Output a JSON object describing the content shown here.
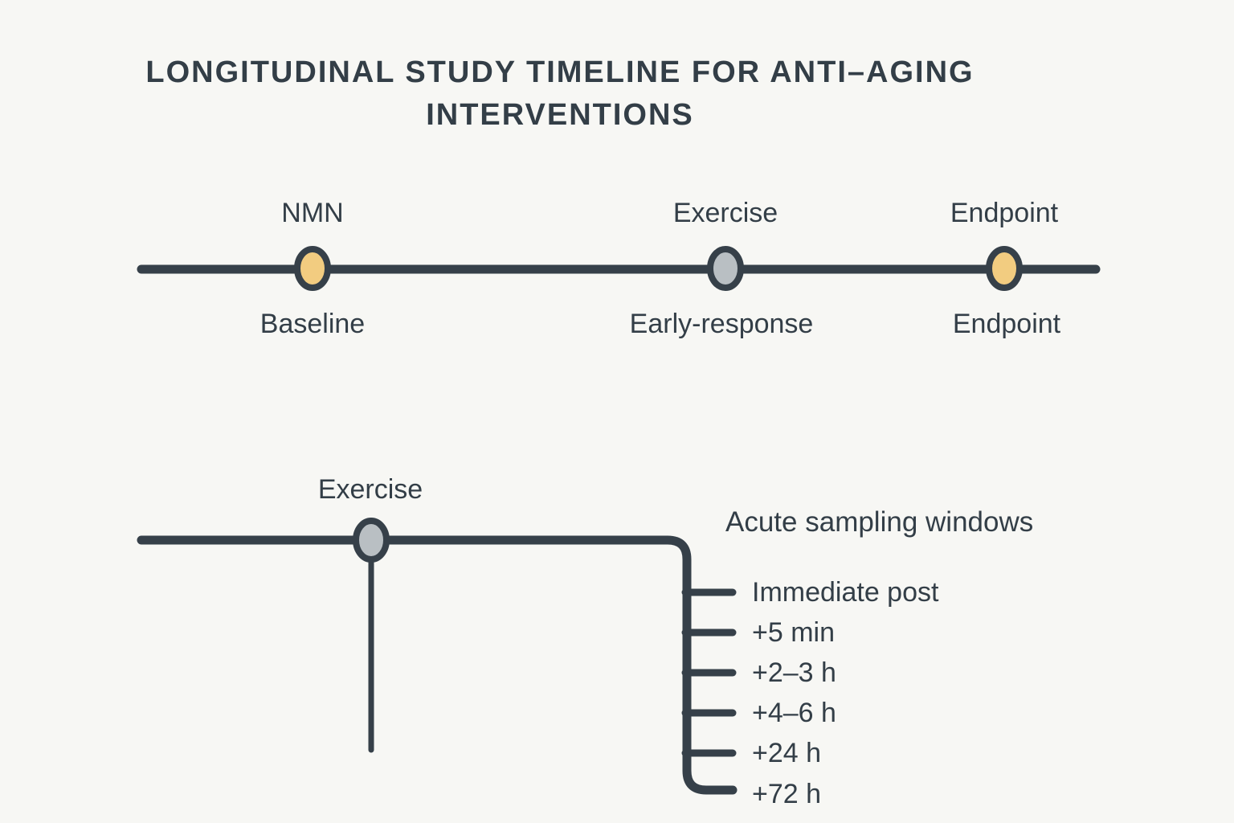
{
  "title": {
    "line1": "LONGITUDINAL STUDY TIMELINE FOR ANTI–AGING",
    "line2": "INTERVENTIONS"
  },
  "colors": {
    "background": "#f7f7f4",
    "line": "#364049",
    "text": "#333e47",
    "node_yellow": "#f2cc80",
    "node_gray": "#b9bfc3"
  },
  "main_timeline": {
    "events": [
      {
        "top_label": "NMN",
        "bottom_label": "Baseline",
        "node_color": "yellow"
      },
      {
        "top_label": "Exercise",
        "bottom_label": "Early-response",
        "node_color": "gray"
      },
      {
        "top_label": "Endpoint",
        "bottom_label": "Endpoint",
        "node_color": "yellow"
      }
    ]
  },
  "acute_timeline": {
    "event_label": "Exercise",
    "heading": "Acute sampling windows",
    "windows": [
      "Immediate post",
      "+5 min",
      "+2–3 h",
      "+4–6 h",
      "+24 h",
      "+72 h"
    ]
  }
}
